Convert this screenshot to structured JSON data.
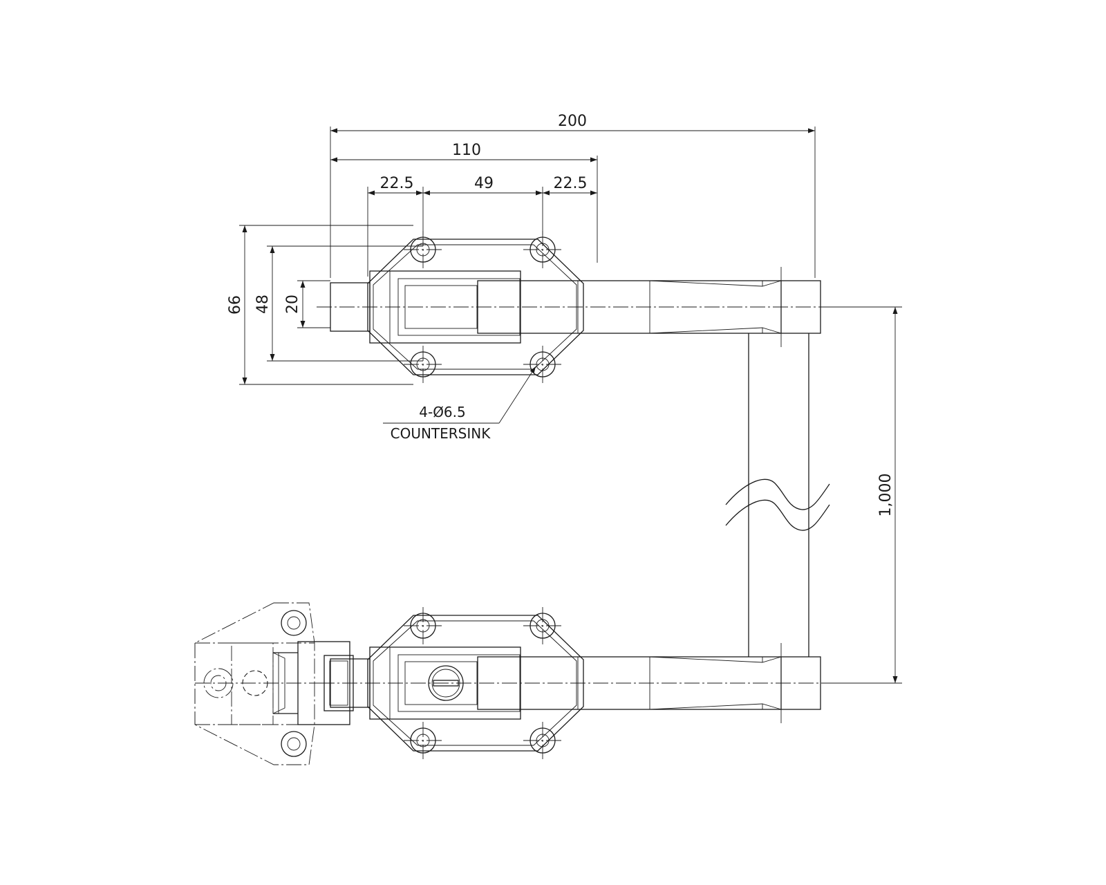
{
  "dimensions": {
    "overall_width": "200",
    "bracket_width": "110",
    "left_margin": "22.5",
    "hole_spacing": "49",
    "right_margin": "22.5",
    "bracket_height": "66",
    "hole_vertical_spacing": "48",
    "bar_height": "20",
    "handle_spacing": "1,000"
  },
  "notes": {
    "hole_callout": "4-Ø6.5",
    "hole_type": "COUNTERSINK"
  },
  "colors": {
    "line": "#1a1a1a",
    "background": "#ffffff"
  }
}
